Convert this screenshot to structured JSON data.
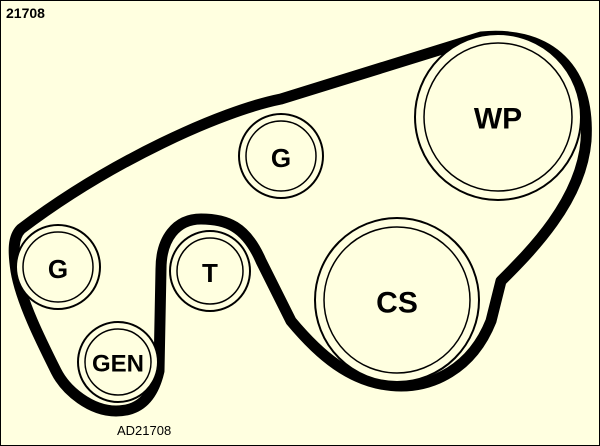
{
  "diagram_id": "21708",
  "reference_code": "AD21708",
  "pulleys": {
    "water_pump": "WP",
    "idler_upper": "G",
    "idler_left": "G",
    "tensioner": "T",
    "crankshaft": "CS",
    "generator": "GEN"
  },
  "colors": {
    "background": "#ffffe0",
    "belt": "#000000",
    "outline": "#000000"
  }
}
